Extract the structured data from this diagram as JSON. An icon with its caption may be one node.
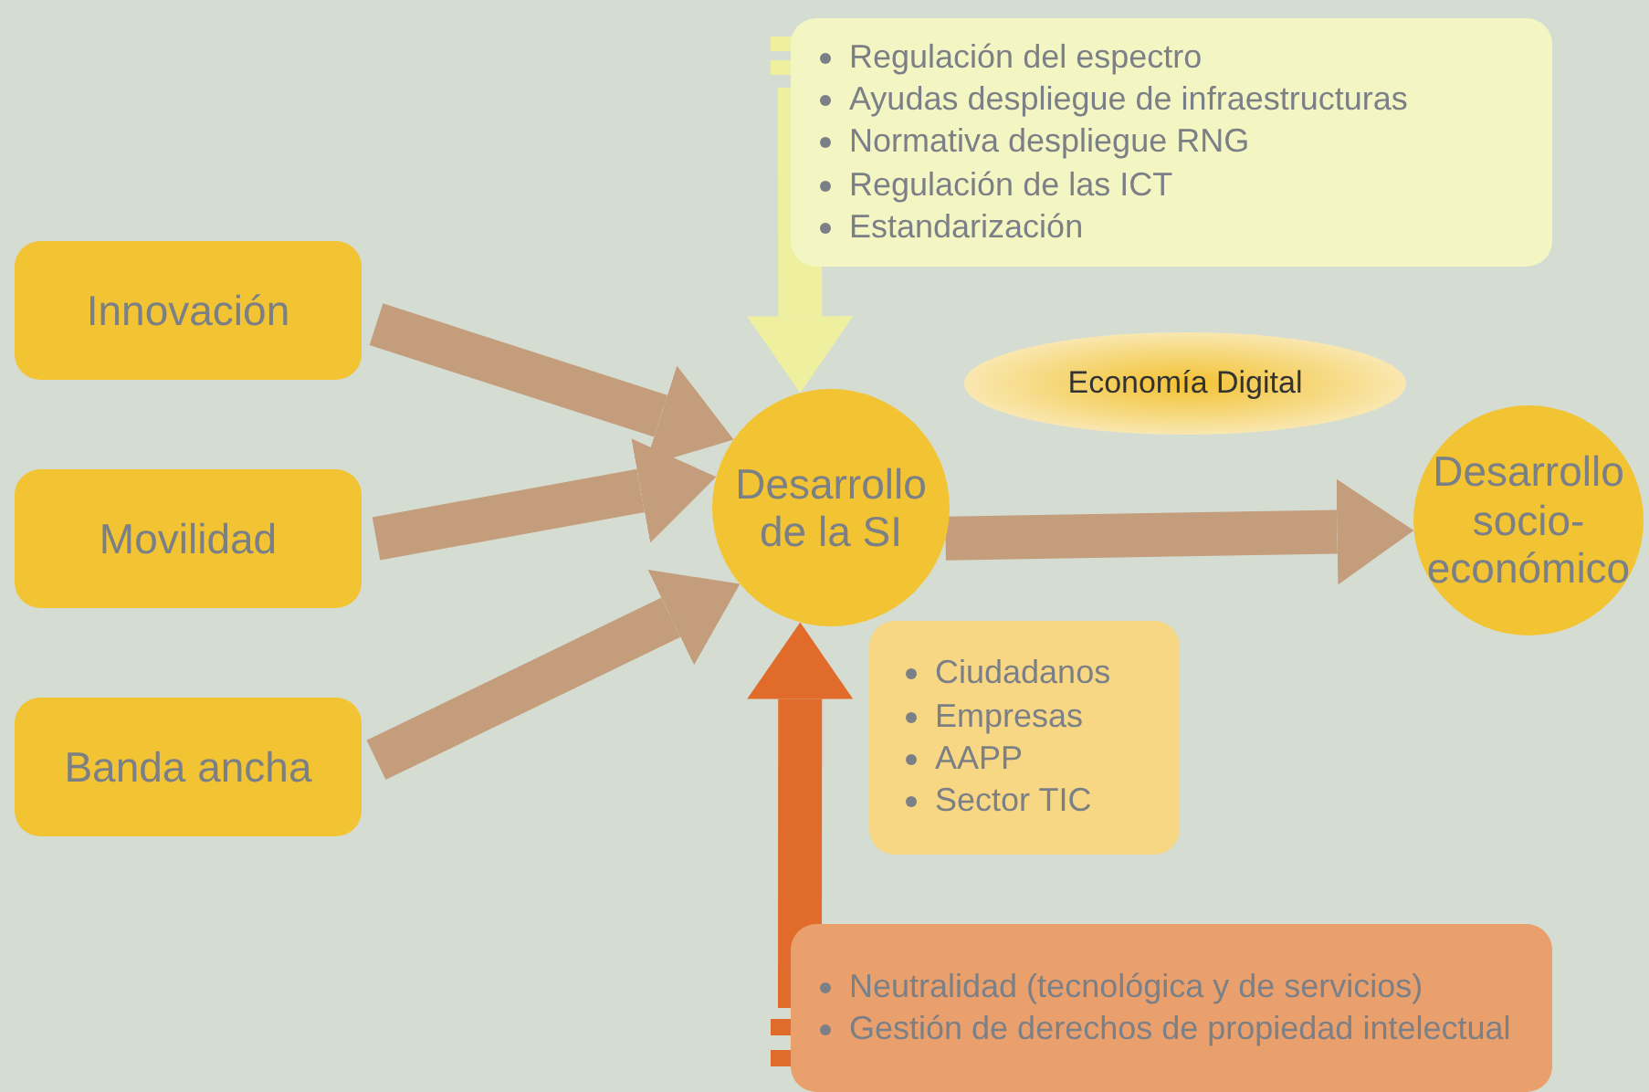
{
  "diagram": {
    "nodes": [
      {
        "text": [
          "Innovación"
        ]
      },
      {
        "text": [
          "Movilidad"
        ]
      },
      {
        "text": [
          "Banda ancha"
        ]
      },
      {
        "text": [
          "Desarrollo de la SI"
        ]
      },
      {
        "text": [
          "Desarrollo socio-económico"
        ]
      },
      {
        "text": [
          "Economía Digital"
        ]
      },
      {
        "text": [
          "Regulación del espectro",
          "Ayudas despliegue de infraestructuras",
          "Normativa despliegue RNG",
          "Regulación de las ICT",
          "Estandarización"
        ]
      },
      {
        "text": [
          "Ciudadanos",
          "Empresas",
          "AAPP",
          "Sector TIC"
        ]
      },
      {
        "text": [
          "Neutralidad (tecnológica y de servicios)",
          "Gestión de derechos de propiedad intelectual"
        ]
      }
    ],
    "edges": [
      {
        "from": 0,
        "to": 3,
        "arrow": "to"
      },
      {
        "from": 1,
        "to": 3,
        "arrow": "to"
      },
      {
        "from": 2,
        "to": 3,
        "arrow": "to"
      },
      {
        "from": 3,
        "to": 4,
        "arrow": "to"
      },
      {
        "from": 6,
        "to": 3,
        "arrow": "to",
        "color": "#eef0a0"
      },
      {
        "from": 8,
        "to": 3,
        "arrow": "to",
        "color": "#e06b2a"
      }
    ]
  }
}
